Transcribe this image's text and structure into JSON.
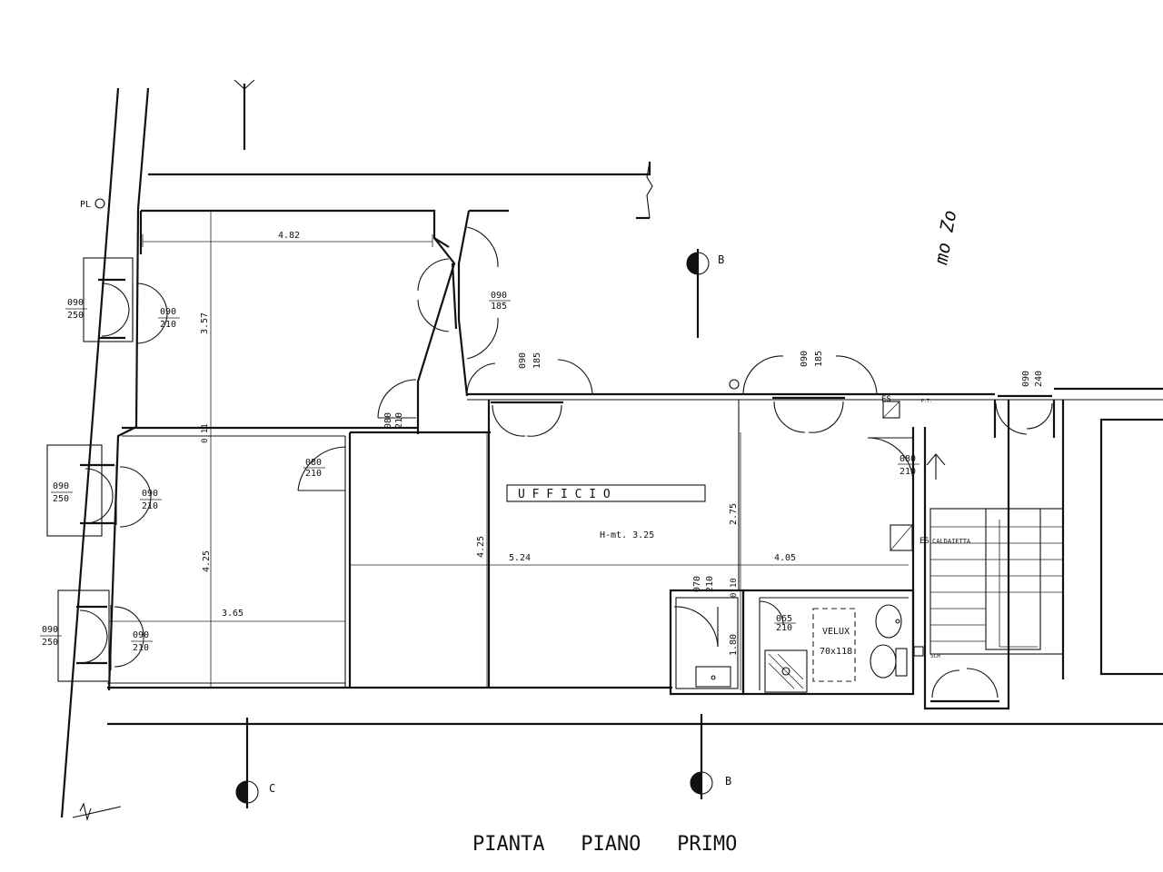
{
  "title": "PIANTA   PIANO   PRIMO",
  "room": {
    "name": "U F F I C I O",
    "height_label": "H-mt. 3.25"
  },
  "dimensions": {
    "d482": "4.82",
    "d357": "3.57",
    "d011": "0.11",
    "d425a": "4.25",
    "d425b": "4.25",
    "d365": "3.65",
    "d524": "5.24",
    "d405": "4.05",
    "d275": "2.75",
    "d010": "0.10",
    "d180": "1.80"
  },
  "doors": {
    "win_left_1_top": "090",
    "win_left_1_bot": "250",
    "door_left_1_top": "090",
    "door_left_1_bot": "210",
    "win_left_2_top": "090",
    "win_left_2_bot": "250",
    "door_left_2_top": "090",
    "door_left_2_bot": "210",
    "win_left_3_top": "090",
    "win_left_3_bot": "250",
    "door_left_3_top": "090",
    "door_left_3_bot": "210",
    "door_top_1_top": "090",
    "door_top_1_bot": "185",
    "door_inner_1_top": "080",
    "door_inner_1_bot": "210",
    "door_inner_2_top": "080",
    "door_inner_2_bot": "210",
    "door_court_1_top": "090",
    "door_court_1_bot": "185",
    "door_court_2_top": "090",
    "door_court_2_bot": "185",
    "door_right_top": "090",
    "door_right_bot": "240",
    "door_hall_top": "080",
    "door_hall_bot": "210",
    "door_bath_top": "070",
    "door_bath_bot": "210",
    "door_shower_top": "065",
    "door_shower_bot": "210"
  },
  "symbols": {
    "section_b_top": "B",
    "section_b_bottom": "B",
    "section_c": "C",
    "pl_label": "PL",
    "es_top": "ES",
    "es_top_note": "P.T.",
    "es_boiler": "ES",
    "es_boiler_note": "CALDAIETTA",
    "velux_label": "VELUX",
    "velux_size": "70x118",
    "sch_label": "SCH",
    "handwritten": "mo Zo"
  }
}
